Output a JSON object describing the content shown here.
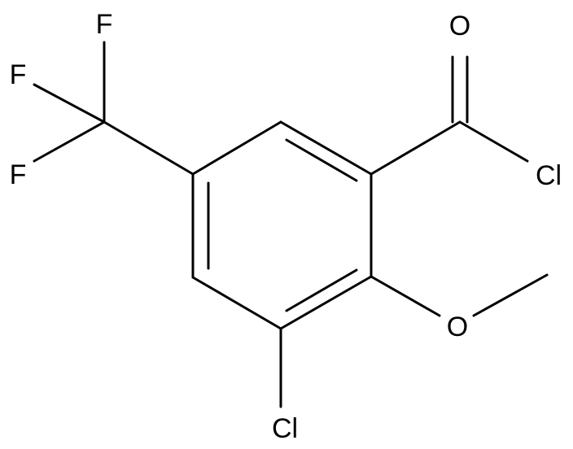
{
  "molecule": {
    "atoms": {
      "f1": "F",
      "f2": "F",
      "f3": "F",
      "carbonyl_o": "O",
      "acyl_cl": "Cl",
      "methoxy_o": "O",
      "ring_cl": "Cl"
    }
  },
  "colors": {
    "background": "#ffffff",
    "ink": "#000000"
  }
}
